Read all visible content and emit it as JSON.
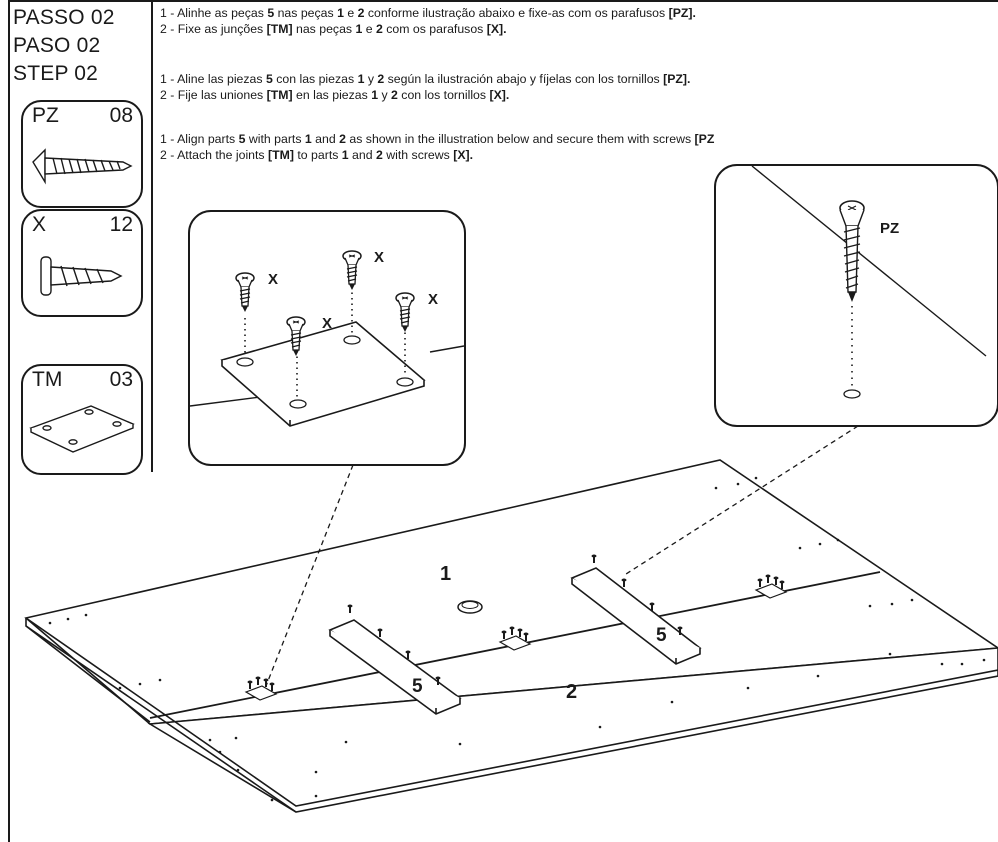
{
  "step": {
    "pt": "PASSO 02",
    "es": "PASO 02",
    "en": "STEP 02"
  },
  "instructions": {
    "pt": [
      {
        "parts": [
          {
            "t": "1 - Alinhe as peças "
          },
          {
            "t": "5",
            "b": true
          },
          {
            "t": " nas peças "
          },
          {
            "t": "1",
            "b": true
          },
          {
            "t": " e "
          },
          {
            "t": "2",
            "b": true
          },
          {
            "t": " conforme ilustração abaixo e fixe-as com os parafusos "
          },
          {
            "t": "[PZ].",
            "b": true
          }
        ]
      },
      {
        "parts": [
          {
            "t": "2 - Fixe as junções "
          },
          {
            "t": "[TM]",
            "b": true
          },
          {
            "t": " nas peças "
          },
          {
            "t": "1",
            "b": true
          },
          {
            "t": " e "
          },
          {
            "t": "2",
            "b": true
          },
          {
            "t": " com os parafusos "
          },
          {
            "t": "[X].",
            "b": true
          }
        ]
      }
    ],
    "es": [
      {
        "parts": [
          {
            "t": "1 - Aline las piezas "
          },
          {
            "t": "5",
            "b": true
          },
          {
            "t": " con las piezas "
          },
          {
            "t": "1",
            "b": true
          },
          {
            "t": " y "
          },
          {
            "t": "2",
            "b": true
          },
          {
            "t": " según la ilustración abajo y fíjelas con los tornillos "
          },
          {
            "t": "[PZ].",
            "b": true
          }
        ]
      },
      {
        "parts": [
          {
            "t": "2 - Fije las uniones "
          },
          {
            "t": "[TM]",
            "b": true
          },
          {
            "t": " en las piezas "
          },
          {
            "t": "1",
            "b": true
          },
          {
            "t": " y "
          },
          {
            "t": "2",
            "b": true
          },
          {
            "t": " con los tornillos "
          },
          {
            "t": "[X].",
            "b": true
          }
        ]
      }
    ],
    "en": [
      {
        "parts": [
          {
            "t": "1 - Align parts "
          },
          {
            "t": "5",
            "b": true
          },
          {
            "t": " with parts "
          },
          {
            "t": "1",
            "b": true
          },
          {
            "t": " and "
          },
          {
            "t": "2",
            "b": true
          },
          {
            "t": " as shown in the illustration below and secure them with screws "
          },
          {
            "t": "[PZ",
            "b": true
          }
        ]
      },
      {
        "parts": [
          {
            "t": "2 - Attach the joints "
          },
          {
            "t": "[TM]",
            "b": true
          },
          {
            "t": " to parts "
          },
          {
            "t": "1",
            "b": true
          },
          {
            "t": " and "
          },
          {
            "t": "2",
            "b": true
          },
          {
            "t": " with screws "
          },
          {
            "t": "[X].",
            "b": true
          }
        ]
      }
    ]
  },
  "hardware": [
    {
      "code": "PZ",
      "qty": "08",
      "icon": "long-screw-icon"
    },
    {
      "code": "X",
      "qty": "12",
      "icon": "short-screw-icon"
    },
    {
      "code": "TM",
      "qty": "03",
      "icon": "joint-plate-icon"
    }
  ],
  "labels": {
    "part1": "1",
    "part2": "2",
    "part5a": "5",
    "part5b": "5",
    "screw_x": "X",
    "screw_pz": "PZ"
  },
  "colors": {
    "ink": "#1a1a1a",
    "paper": "#ffffff"
  }
}
